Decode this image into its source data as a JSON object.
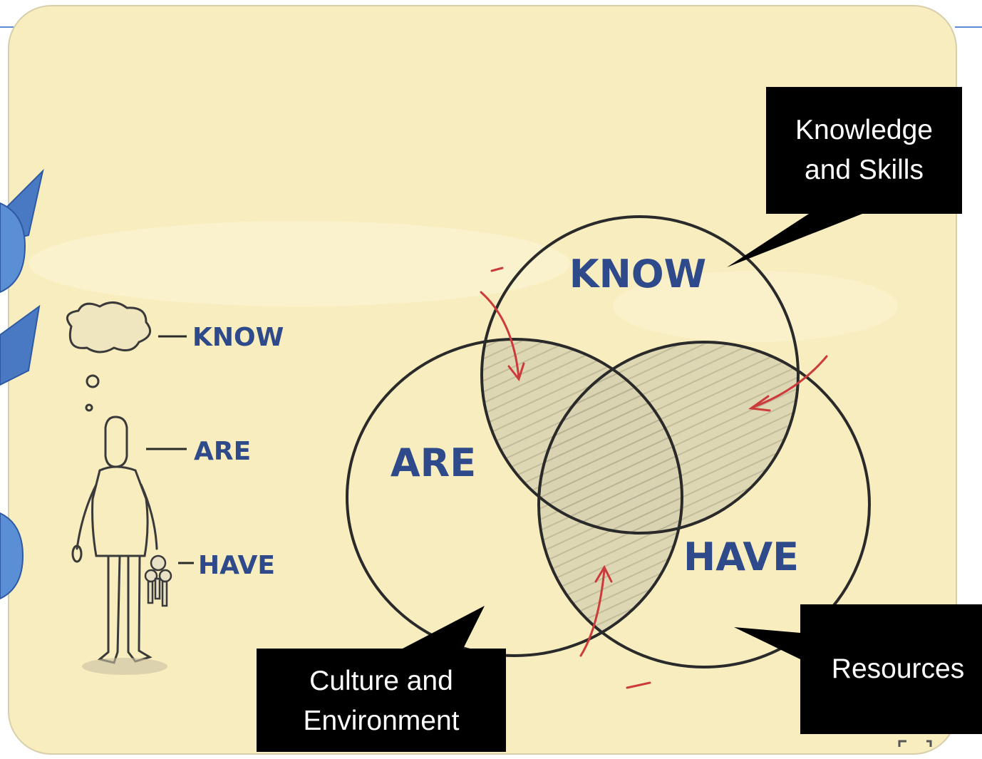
{
  "figure_labels": {
    "know": "KNOW",
    "are": "ARE",
    "have": "HAVE"
  },
  "person_labels": {
    "know": "KNOW",
    "are": "ARE",
    "have": "HAVE"
  },
  "callouts": {
    "knowledge_line1": "Knowledge",
    "knowledge_line2": "and Skills",
    "culture_line1": "Culture and",
    "culture_line2": "Environment",
    "resources": "Resources"
  },
  "colors": {
    "paper": "#f8edbe",
    "ink_blue": "#2f4a8a",
    "arrow_red": "#cc3b3b",
    "callout_bg": "#000000",
    "slide_shape_blue": "#4a79c4"
  }
}
